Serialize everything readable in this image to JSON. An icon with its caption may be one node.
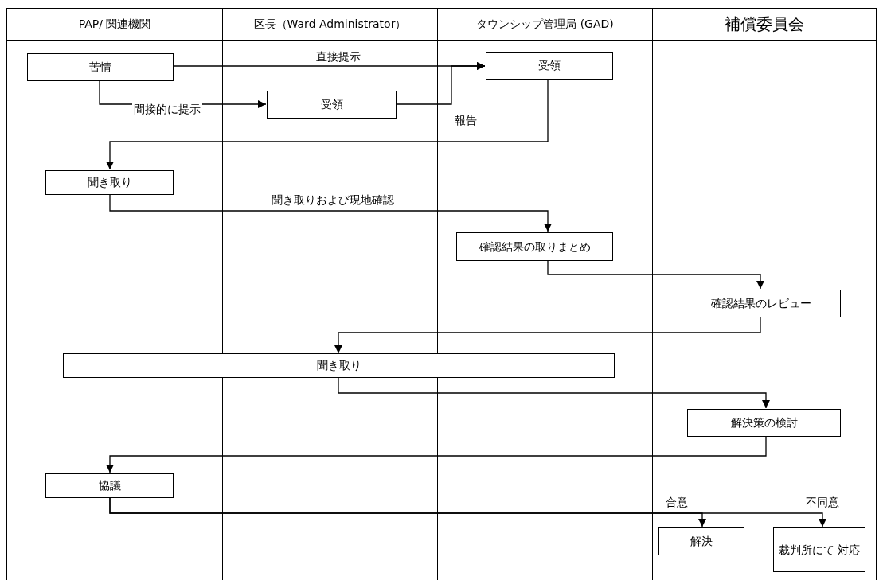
{
  "diagram": {
    "nodes": [
      {
        "text": [
          "PAP/ 関連機関"
        ]
      },
      {
        "text": [
          "区長（Ward Administrator）"
        ]
      },
      {
        "text": [
          "タウンシップ管理局 (GAD)"
        ]
      },
      {
        "text": [
          "補償委員会"
        ]
      },
      {
        "text": [
          "苦情"
        ],
        "in": 0
      },
      {
        "text": [
          "受領"
        ],
        "in": 1
      },
      {
        "text": [
          "受領"
        ],
        "in": 2
      },
      {
        "text": [
          "聞き取り"
        ],
        "in": 0
      },
      {
        "text": [
          "確認結果の取りまとめ"
        ],
        "in": 2
      },
      {
        "text": [
          "確認結果のレビュー"
        ],
        "in": 3
      },
      {
        "text": [
          "聞き取り"
        ]
      },
      {
        "text": [
          "解決策の検討"
        ],
        "in": 3
      },
      {
        "text": [
          "協議"
        ],
        "in": 0
      },
      {
        "text": [
          "解決"
        ],
        "in": 3
      },
      {
        "text": [
          "裁判所にて 対応"
        ],
        "in": 3
      }
    ],
    "edges": [
      {
        "from": 4,
        "to": 6,
        "arrow": "to",
        "label": "直接提示"
      },
      {
        "from": 4,
        "to": 5,
        "arrow": "to",
        "label": "間接的に提示"
      },
      {
        "from": 5,
        "to": 6,
        "arrow": "to",
        "label": "報告"
      },
      {
        "from": 6,
        "to": 7,
        "arrow": "to"
      },
      {
        "from": 7,
        "to": 8,
        "arrow": "to",
        "label": "聞き取りおよび現地確認"
      },
      {
        "from": 8,
        "to": 9,
        "arrow": "to"
      },
      {
        "from": 9,
        "to": 10,
        "arrow": "to"
      },
      {
        "from": 10,
        "to": 11,
        "arrow": "to"
      },
      {
        "from": 11,
        "to": 12,
        "arrow": "to"
      },
      {
        "from": 12,
        "to": 13,
        "arrow": "to",
        "label": "合意"
      },
      {
        "from": 12,
        "to": 14,
        "arrow": "to",
        "label": "不同意"
      }
    ]
  }
}
